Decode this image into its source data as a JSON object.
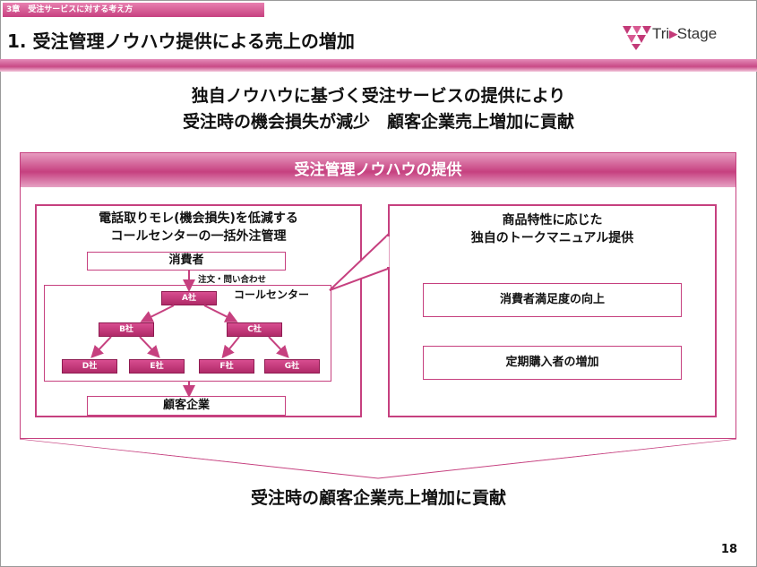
{
  "header": {
    "chapter": "3章　受注サービスに対する考え方",
    "title": "1. 受注管理ノウハウ提供による売上の増加",
    "logo_text_a": "Tri",
    "logo_text_b": "Stage",
    "logo_arrow": "▸"
  },
  "headline": {
    "line1": "独自ノウハウに基づく受注サービスの提供により",
    "line2": "受注時の機会損失が減少　顧客企業売上増加に貢献"
  },
  "box": {
    "title": "受注管理ノウハウの提供",
    "left_panel": {
      "title_line1": "電話取りモレ(機会損失)を低減する",
      "title_line2": "コールセンターの一括外注管理",
      "consumer": "消費者",
      "inquiry": "注文・問い合わせ",
      "call_center": "コールセンター",
      "companies": {
        "a": "A社",
        "b": "B社",
        "c": "C社",
        "d": "D社",
        "e": "E社",
        "f": "F社",
        "g": "G社"
      },
      "client": "顧客企業"
    },
    "right_panel": {
      "title_line1": "商品特性に応じた",
      "title_line2": "独自のトークマニュアル提供",
      "item1": "消費者満足度の向上",
      "item2": "定期購入者の増加"
    }
  },
  "conclusion": "受注時の顧客企業売上増加に貢献",
  "page_number": "18",
  "colors": {
    "accent": "#c6407f",
    "accent_light": "#e79cc0"
  }
}
